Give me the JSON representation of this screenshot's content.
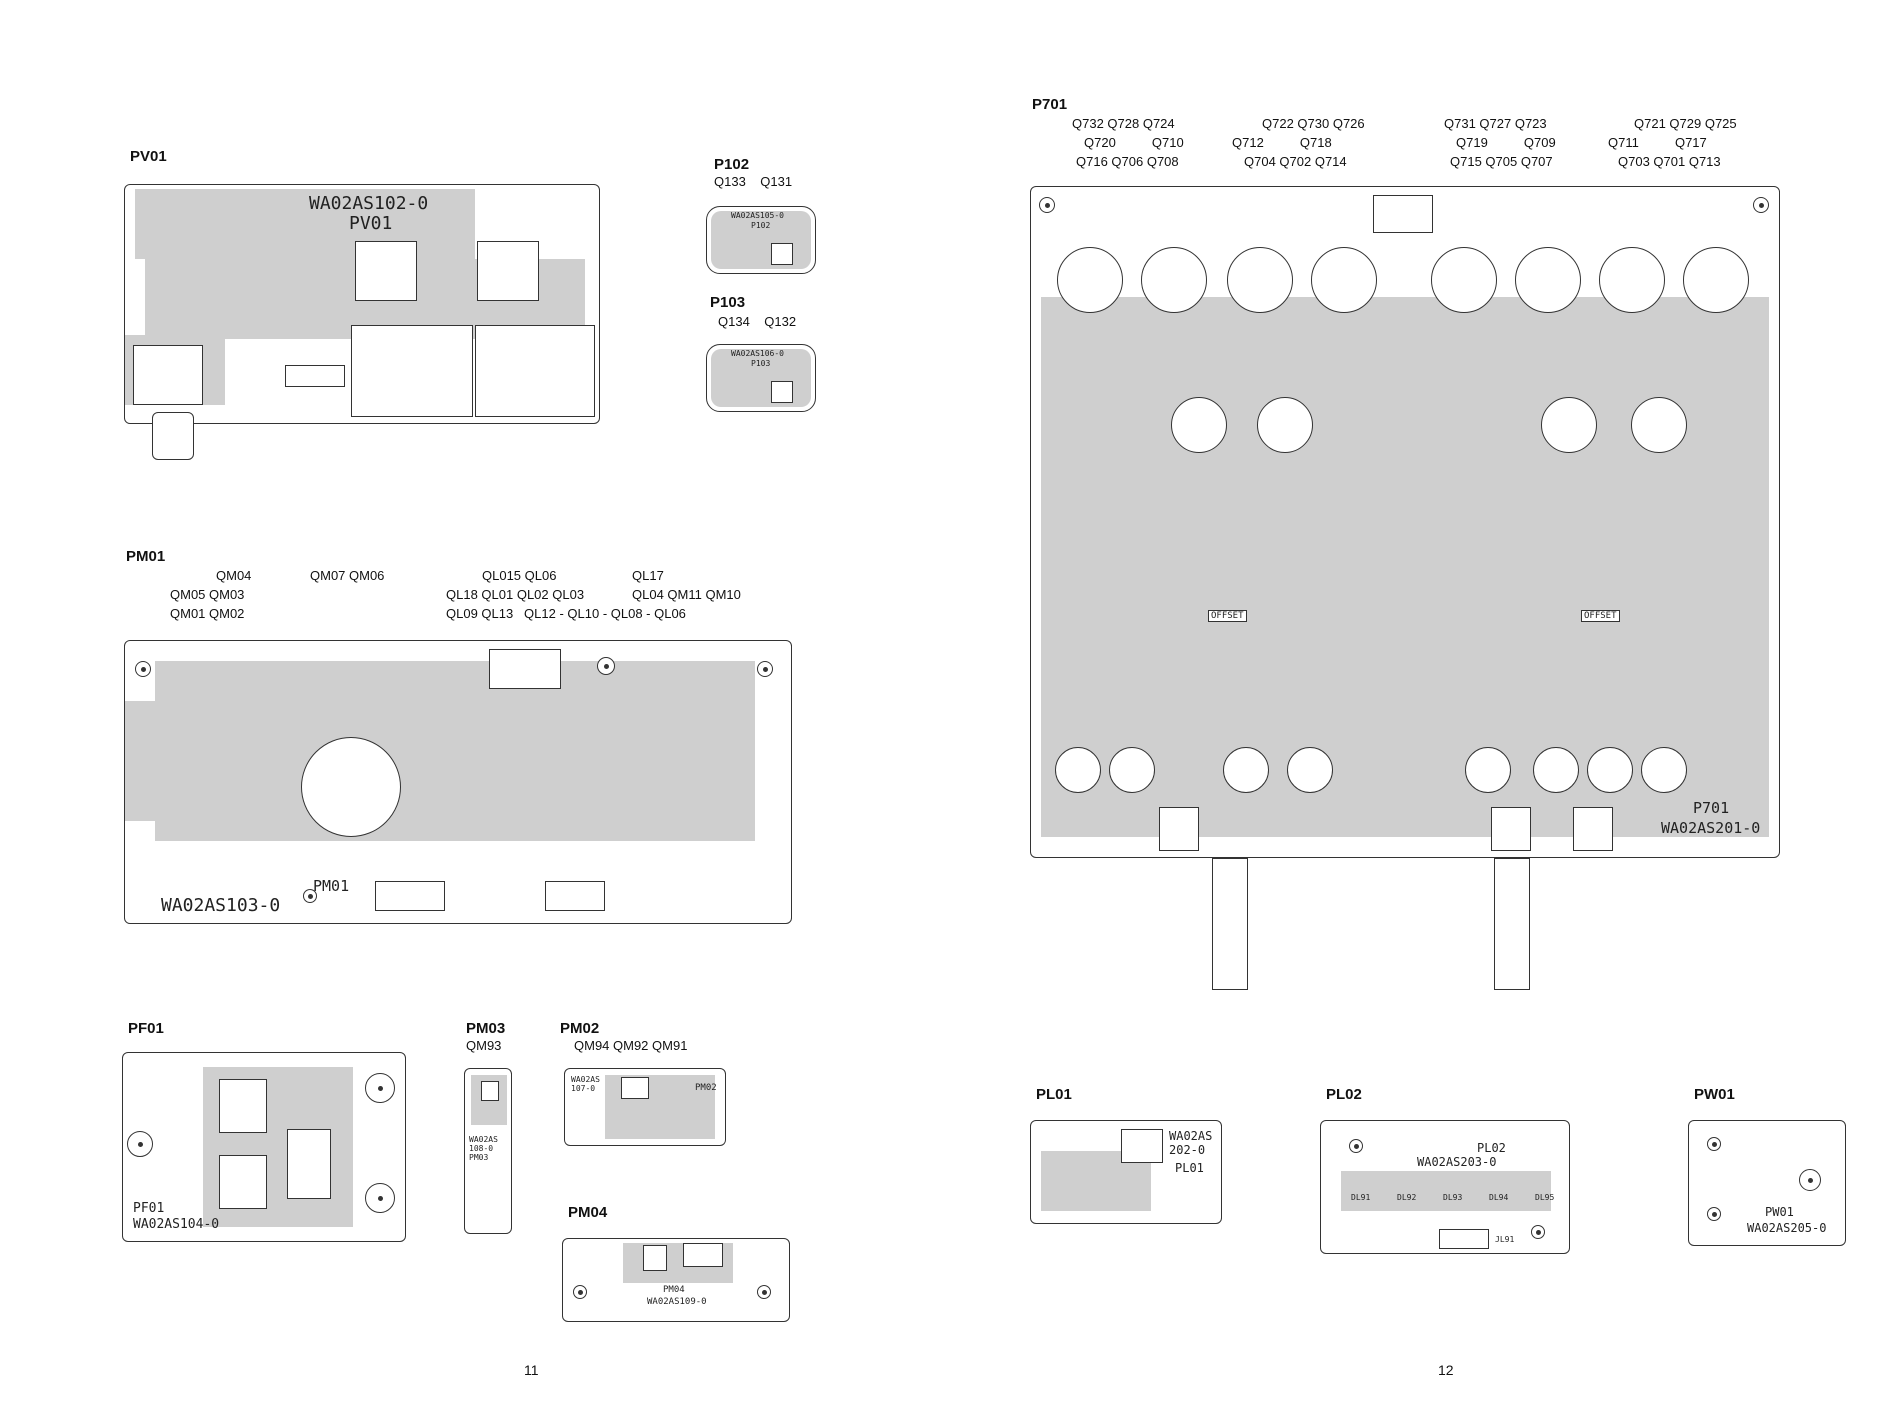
{
  "pages": {
    "left": "11",
    "right": "12"
  },
  "boards": {
    "pv01": {
      "title": "PV01",
      "board_code": "WA02AS102-0",
      "board_name": "PV01"
    },
    "p102": {
      "title": "P102",
      "components": "Q133    Q131",
      "board_code": "WA02AS105-0",
      "board_name": "P102"
    },
    "p103": {
      "title": "P103",
      "components": "Q134    Q132",
      "board_code": "WA02AS106-0",
      "board_name": "P103"
    },
    "pm01": {
      "title": "PM01",
      "components_row1a": "QM04",
      "components_row1b": "QM07 QM06",
      "components_row1c": "QL015 QL06",
      "components_row1d": "QL17",
      "components_row2a": "QM05 QM03",
      "components_row2c": "QL18 QL01 QL02 QL03",
      "components_row2d": "QL04 QM11 QM10",
      "components_row3a": "QM01 QM02",
      "components_row3c": "QL09 QL13   QL12 - QL10 - QL08 - QL06",
      "board_code": "WA02AS103-0",
      "board_name": "PM01"
    },
    "pf01": {
      "title": "PF01",
      "board_code": "WA02AS104-0",
      "board_name": "PF01"
    },
    "pm03": {
      "title": "PM03",
      "components": "QM93",
      "board_code": "WA02AS\n108-0\nPM03"
    },
    "pm02": {
      "title": "PM02",
      "components": "QM94 QM92 QM91",
      "board_code": "WA02AS\n107-0",
      "board_name": "PM02"
    },
    "pm04": {
      "title": "PM04",
      "board_code": "WA02AS109-0",
      "board_name": "PM04"
    },
    "p701": {
      "title": "P701",
      "row1a": "Q732 Q728 Q724",
      "row1b": "Q722 Q730 Q726",
      "row1c": "Q731 Q727 Q723",
      "row1d": "Q721 Q729 Q725",
      "row2a": "Q720          Q710",
      "row2b": "Q712          Q718",
      "row2c": "Q719          Q709",
      "row2d": "Q711          Q717",
      "row3a": "Q716 Q706 Q708",
      "row3b": "Q704 Q702 Q714",
      "row3c": "Q715 Q705 Q707",
      "row3d": "Q703 Q701 Q713",
      "board_code": "WA02AS201-0",
      "board_name": "P701",
      "offset_left": "OFFSET",
      "offset_right": "OFFSET"
    },
    "pl01": {
      "title": "PL01",
      "board_code": "WA02AS\n202-0",
      "board_name": "PL01"
    },
    "pl02": {
      "title": "PL02",
      "board_code": "WA02AS203-0",
      "board_name": "PL02",
      "leds": [
        "DL91",
        "DL92",
        "DL93",
        "DL94",
        "DL95"
      ],
      "connector": "JL91"
    },
    "pw01": {
      "title": "PW01",
      "board_code": "WA02AS205-0",
      "board_name": "PW01"
    }
  }
}
